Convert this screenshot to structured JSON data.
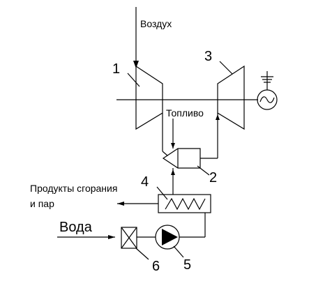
{
  "labels": {
    "air": "Воздух",
    "fuel": "Топливо",
    "products": "Продукты сгорания",
    "products_line2": "и пар",
    "water": "Вода"
  },
  "numbers": {
    "n1": "1",
    "n2": "2",
    "n3": "3",
    "n4": "4",
    "n5": "5",
    "n6": "6"
  },
  "colors": {
    "background": "#ffffff",
    "stroke": "#000000"
  }
}
